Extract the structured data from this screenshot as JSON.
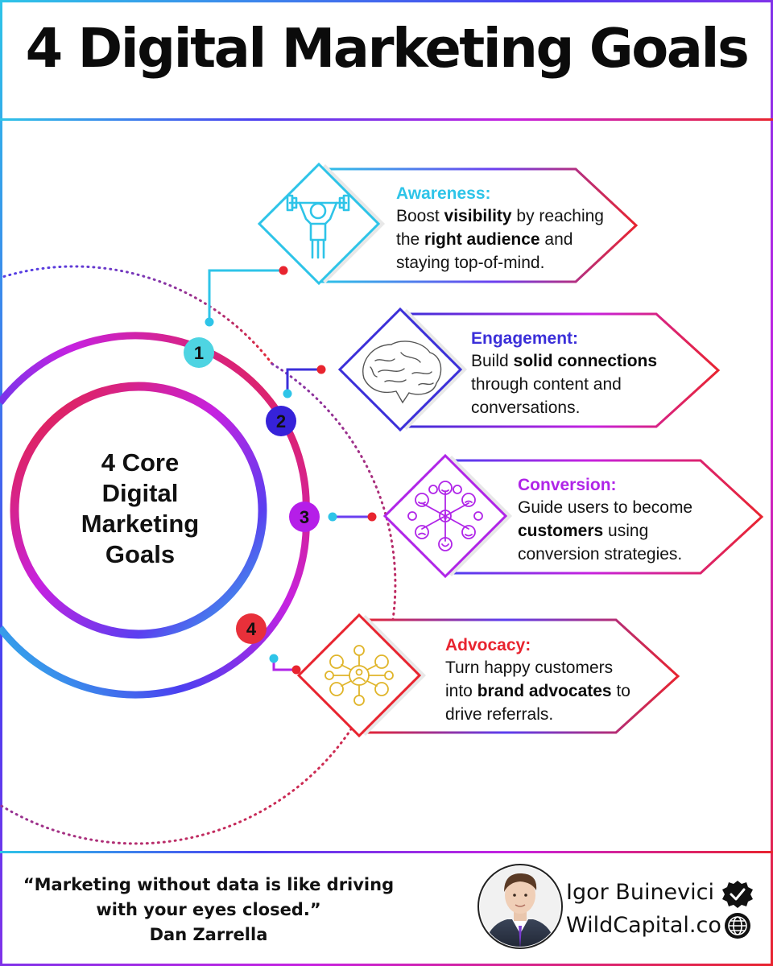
{
  "title": "4 Digital Marketing Goals",
  "center_label": [
    "4 Core",
    "Digital",
    "Marketing",
    "Goals"
  ],
  "goals": [
    {
      "number": "1",
      "title": "Awareness:",
      "desc": [
        [
          {
            "t": "Boost "
          },
          {
            "t": "visibility",
            "b": true
          },
          {
            "t": " by reaching"
          }
        ],
        [
          {
            "t": "the "
          },
          {
            "t": "right audience",
            "b": true
          },
          {
            "t": " and"
          }
        ],
        [
          {
            "t": "staying top-of-mind."
          }
        ]
      ],
      "color": "#2ec4e8",
      "icon": "weightlifter-icon"
    },
    {
      "number": "2",
      "title": "Engagement:",
      "desc": [
        [
          {
            "t": "Build "
          },
          {
            "t": "solid connections",
            "b": true
          }
        ],
        [
          {
            "t": "through content and"
          }
        ],
        [
          {
            "t": "conversations."
          }
        ]
      ],
      "color": "#3b2fd9",
      "icon": "brain-icon"
    },
    {
      "number": "3",
      "title": "Conversion:",
      "desc": [
        [
          {
            "t": "Guide users to become"
          }
        ],
        [
          {
            "t": "customers",
            "b": true
          },
          {
            "t": " using"
          }
        ],
        [
          {
            "t": "conversion strategies."
          }
        ]
      ],
      "color": "#b025e8",
      "icon": "emotion-faces-icon"
    },
    {
      "number": "4",
      "title": "Advocacy:",
      "desc": [
        [
          {
            "t": "Turn happy customers"
          }
        ],
        [
          {
            "t": "into "
          },
          {
            "t": "brand advocates",
            "b": true
          },
          {
            "t": " to"
          }
        ],
        [
          {
            "t": "drive referrals."
          }
        ]
      ],
      "color": "#e8242f",
      "icon": "referral-network-icon"
    }
  ],
  "quote": {
    "lines": [
      "“Marketing without data is like driving",
      "with your eyes closed.”"
    ],
    "author": "Dan Zarrella"
  },
  "author": {
    "name": "Igor Buinevici",
    "site": "WildCapital.co",
    "verified_icon": "verified-check-icon",
    "globe_icon": "globe-icon"
  },
  "colors": {
    "cyan": "#2ec4e8",
    "blue": "#3b2fd9",
    "purple": "#b025e8",
    "magenta": "#d81cc4",
    "red": "#e8242f",
    "gold": "#e0b52a"
  }
}
